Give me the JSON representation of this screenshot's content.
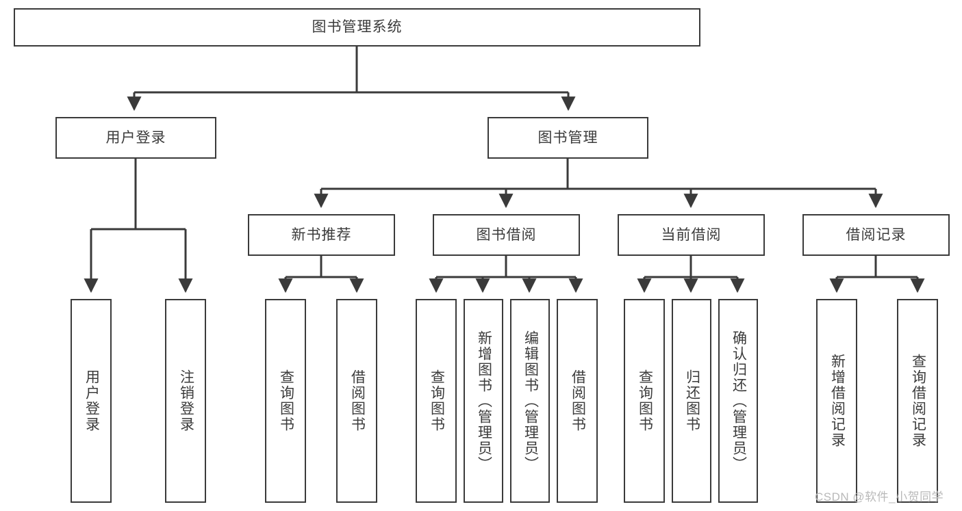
{
  "diagram": {
    "title": "图书管理系统",
    "type": "tree-hierarchy",
    "watermark": "CSDN @软件_小贺同学",
    "colors": {
      "background": "#ffffff",
      "border": "#3a3a3a",
      "text": "#3b3b3b",
      "connector": "#3a3a3a",
      "watermark": "#b9b9b9"
    },
    "root": {
      "label": "图书管理系统"
    },
    "level2": [
      {
        "label": "用户登录"
      },
      {
        "label": "图书管理"
      }
    ],
    "level3": [
      {
        "label": "新书推荐"
      },
      {
        "label": "图书借阅"
      },
      {
        "label": "当前借阅"
      },
      {
        "label": "借阅记录"
      }
    ],
    "leaves": {
      "user_login": [
        {
          "label": "用户登录"
        },
        {
          "label": "注销登录"
        }
      ],
      "new_book_recommend": [
        {
          "label": "查询图书"
        },
        {
          "label": "借阅图书"
        }
      ],
      "book_borrow": [
        {
          "label": "查询图书"
        },
        {
          "label": "新增图书（管理员）"
        },
        {
          "label": "编辑图书（管理员）"
        },
        {
          "label": "借阅图书"
        }
      ],
      "current_borrow": [
        {
          "label": "查询图书"
        },
        {
          "label": "归还图书"
        },
        {
          "label": "确认归还（管理员）"
        }
      ],
      "borrow_record": [
        {
          "label": "新增借阅记录"
        },
        {
          "label": "查询借阅记录"
        }
      ]
    }
  }
}
